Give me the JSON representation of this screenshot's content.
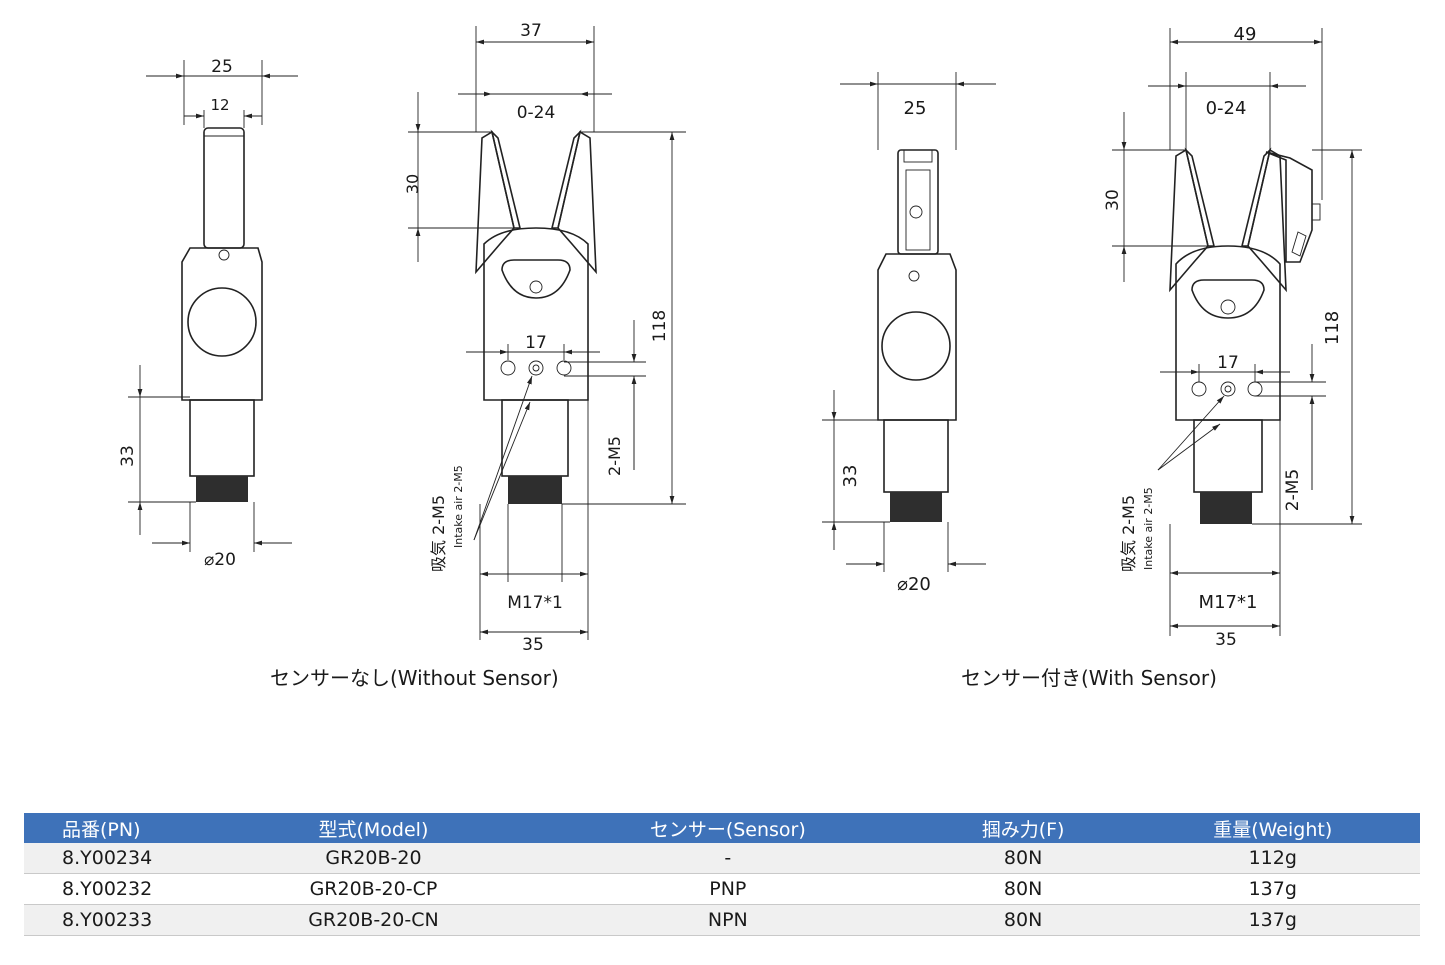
{
  "drawing": {
    "without_sensor": {
      "caption": "センサーなし(Without Sensor)",
      "side_width": "25",
      "side_inner_width": "12",
      "side_height": "33",
      "side_diameter": "⌀20",
      "front_top_width": "37",
      "stroke": "0-24",
      "jaw_length": "30",
      "total_height": "118",
      "port_pitch": "17",
      "port_label": "2-M5",
      "air_label_jp": "吸気 2-M5",
      "air_label_en": "Intake air 2-M5",
      "thread": "M17*1",
      "bottom_width": "35"
    },
    "with_sensor": {
      "caption": "センサー付き(With Sensor)",
      "side_width": "25",
      "side_height": "33",
      "side_diameter": "⌀20",
      "front_top_width": "49",
      "stroke": "0-24",
      "jaw_length": "30",
      "total_height": "118",
      "port_pitch": "17",
      "port_label": "2-M5",
      "air_label_jp": "吸気 2-M5",
      "air_label_en": "Intake air 2-M5",
      "thread": "M17*1",
      "bottom_width": "35"
    }
  },
  "table": {
    "header_color": "#3e72b9",
    "headers": [
      "品番(PN)",
      "型式(Model)",
      "センサー(Sensor)",
      "掴み力(F)",
      "重量(Weight)"
    ],
    "rows": [
      [
        "8.Y00234",
        "GR20B-20",
        "-",
        "80N",
        "112g"
      ],
      [
        "8.Y00232",
        "GR20B-20-CP",
        "PNP",
        "80N",
        "137g"
      ],
      [
        "8.Y00233",
        "GR20B-20-CN",
        "NPN",
        "80N",
        "137g"
      ]
    ]
  }
}
